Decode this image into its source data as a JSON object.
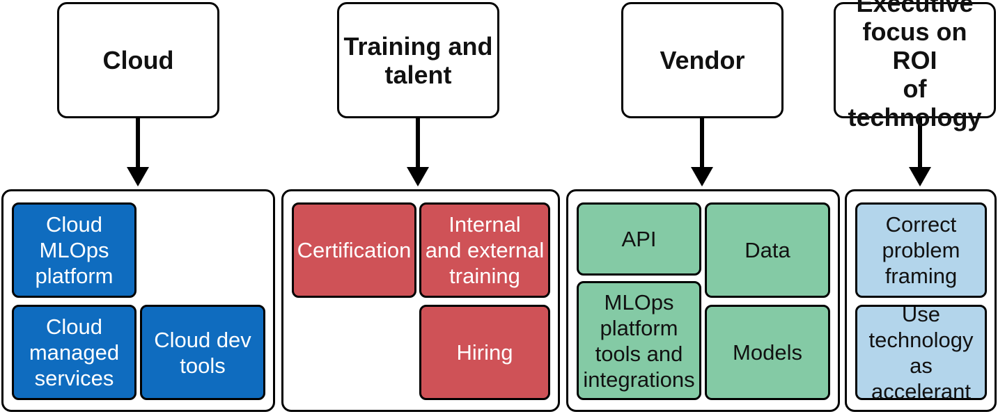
{
  "columns": [
    {
      "header": "Cloud",
      "color": "#0f6cbf",
      "text_color": "#ffffff",
      "items": [
        "Cloud\nMLOps\nplatform",
        "Cloud\nmanaged\nservices",
        "Cloud dev\ntools"
      ]
    },
    {
      "header": "Training and\ntalent",
      "color": "#cf5257",
      "text_color": "#ffffff",
      "items": [
        "Certification",
        "Internal\nand external\ntraining",
        "Hiring"
      ]
    },
    {
      "header": "Vendor",
      "color": "#84caa5",
      "text_color": "#111111",
      "items": [
        "API",
        "Data",
        "MLOps\nplatform\ntools and\nintegrations",
        "Models"
      ]
    },
    {
      "header": "Executive\nfocus on ROI\nof technology",
      "color": "#b3d5eb",
      "text_color": "#111111",
      "items": [
        "Correct\nproblem\nframing",
        "Use\ntechnology\nas accelerant"
      ]
    }
  ]
}
